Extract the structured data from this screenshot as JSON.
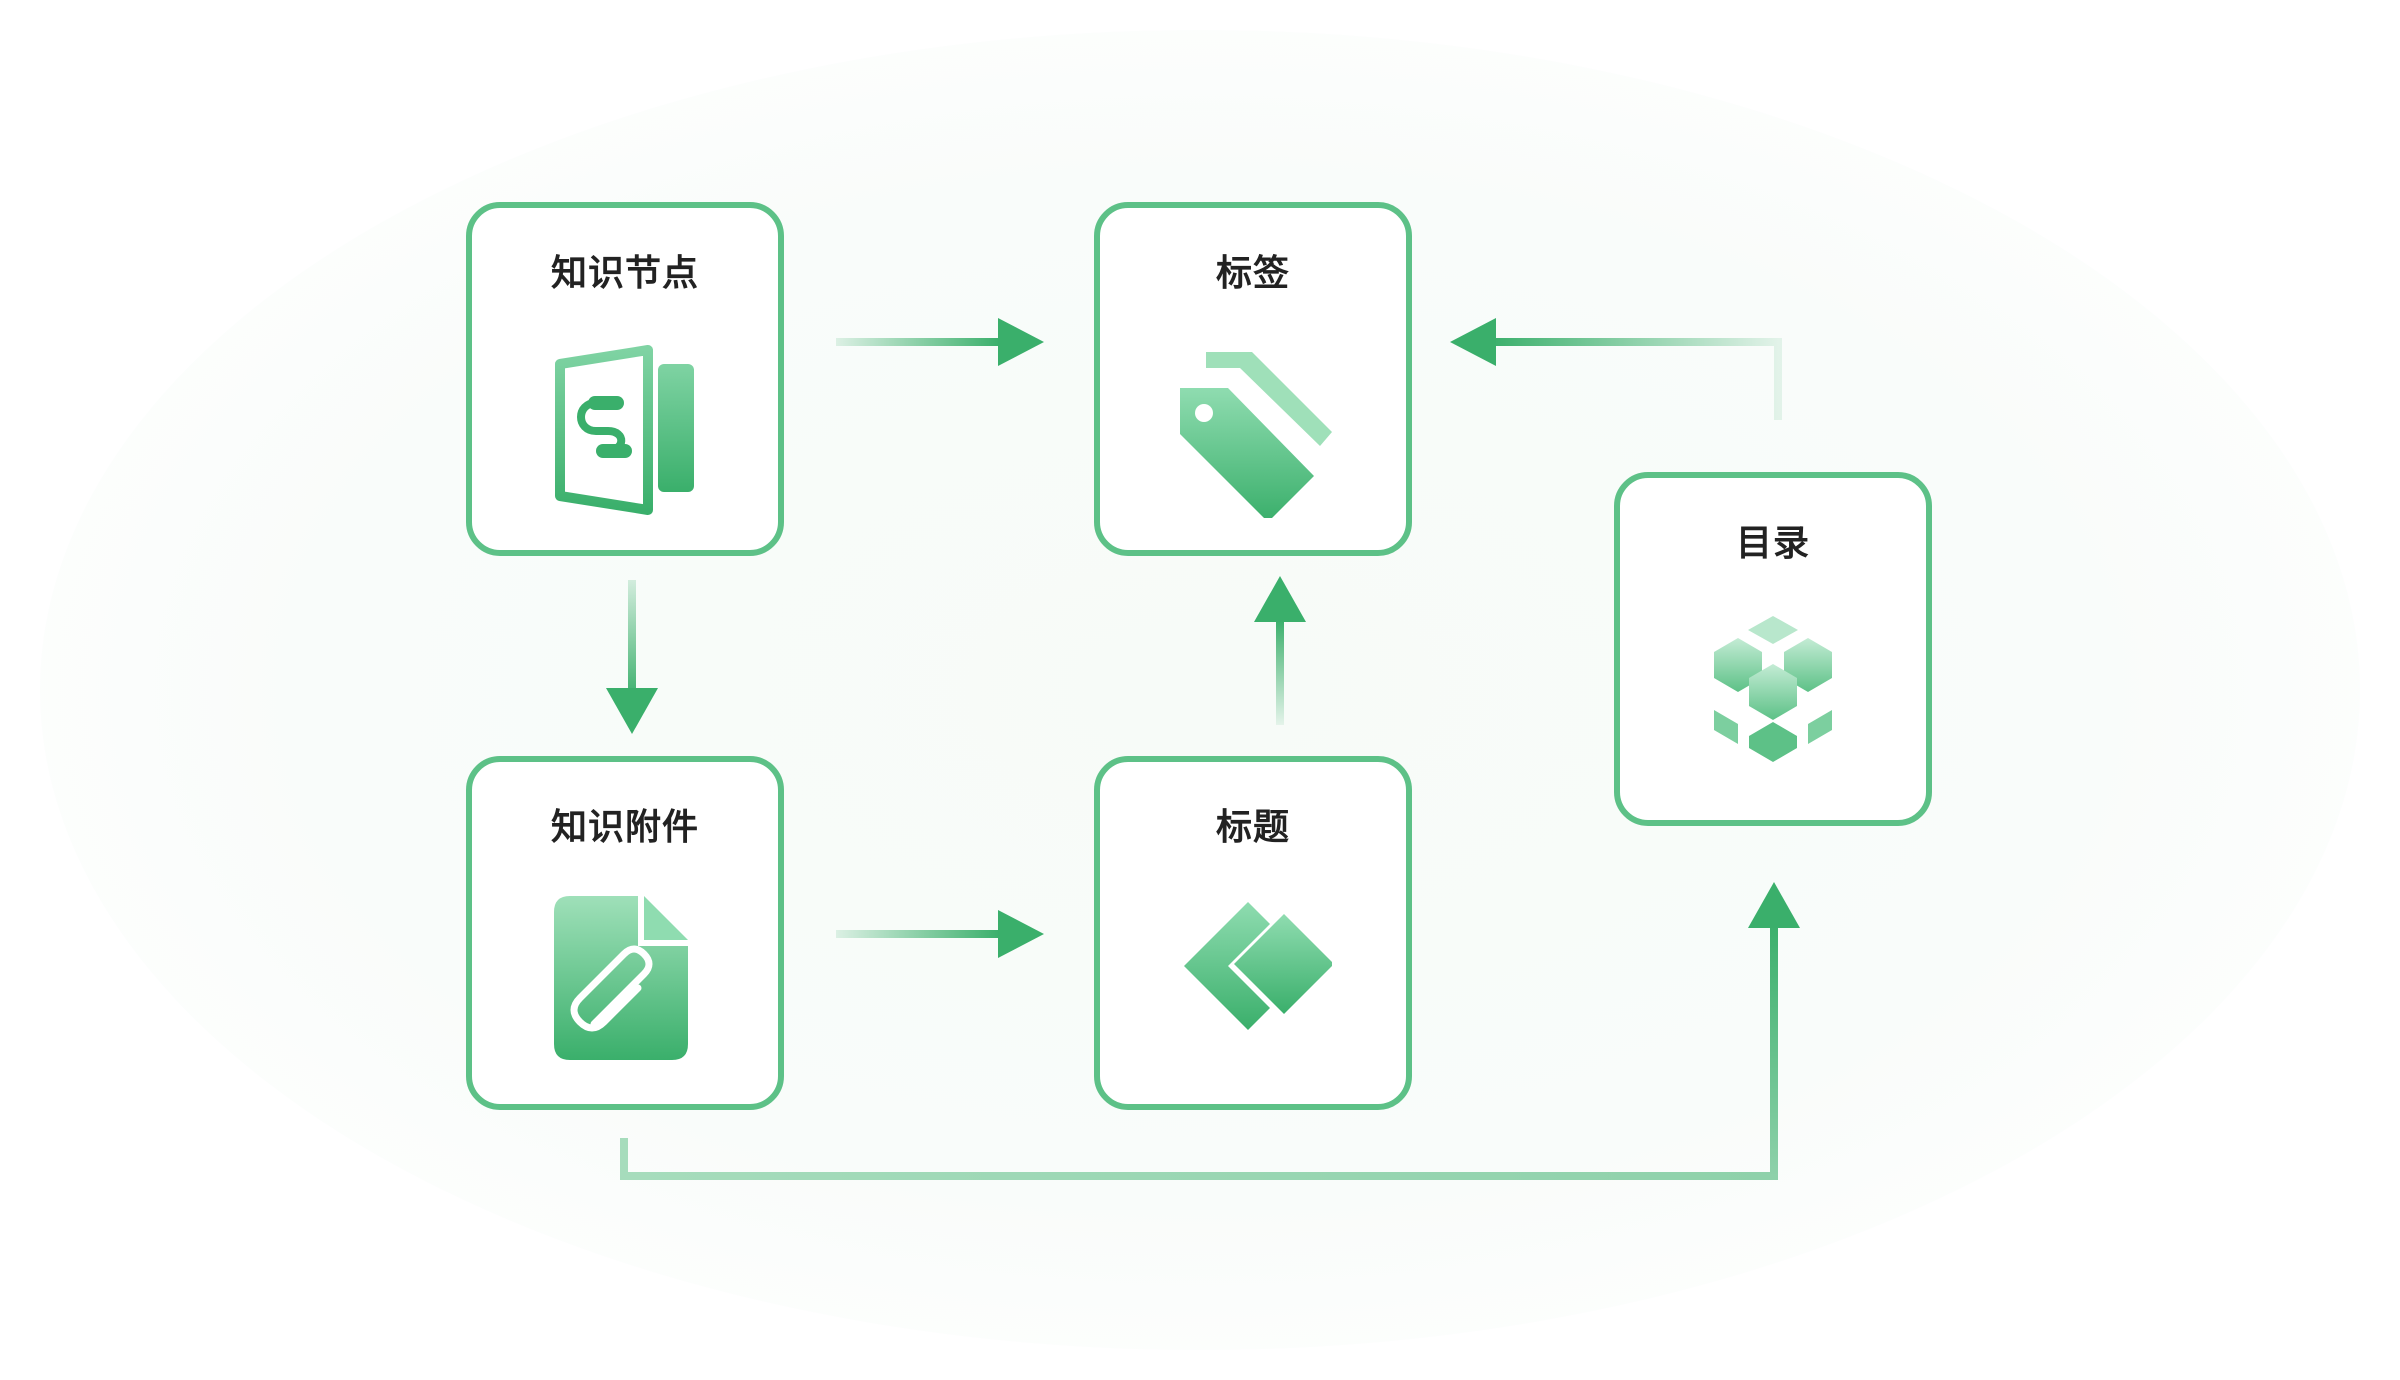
{
  "nodes": {
    "knowledge_node": {
      "title": "知识节点",
      "icon": "document-link-icon"
    },
    "tag": {
      "title": "标签",
      "icon": "tag-icon"
    },
    "catalog": {
      "title": "目录",
      "icon": "cube-cluster-icon"
    },
    "attachment": {
      "title": "知识附件",
      "icon": "paperclip-file-icon"
    },
    "heading": {
      "title": "标题",
      "icon": "diamond-chevron-icon"
    }
  },
  "edges": [
    {
      "from": "knowledge_node",
      "to": "tag"
    },
    {
      "from": "knowledge_node",
      "to": "attachment"
    },
    {
      "from": "heading",
      "to": "tag"
    },
    {
      "from": "catalog",
      "to": "tag"
    },
    {
      "from": "attachment",
      "to": "heading"
    },
    {
      "from": "attachment",
      "to": "catalog"
    }
  ],
  "colors": {
    "accent": "#3aaf6b",
    "border": "#5dc187",
    "light": "#9fe0b9",
    "title": "#222222"
  }
}
